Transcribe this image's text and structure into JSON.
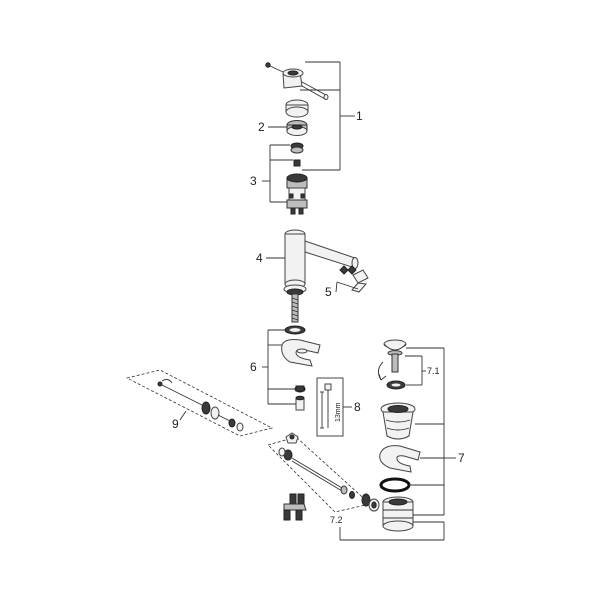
{
  "callouts": {
    "c1": "1",
    "c2": "2",
    "c3": "3",
    "c4": "4",
    "c5": "5",
    "c6": "6",
    "c7": "7",
    "c7_1": "7.1",
    "c7_2": "7.2",
    "c8": "8",
    "c8_dim": "13mm",
    "c9": "9"
  }
}
